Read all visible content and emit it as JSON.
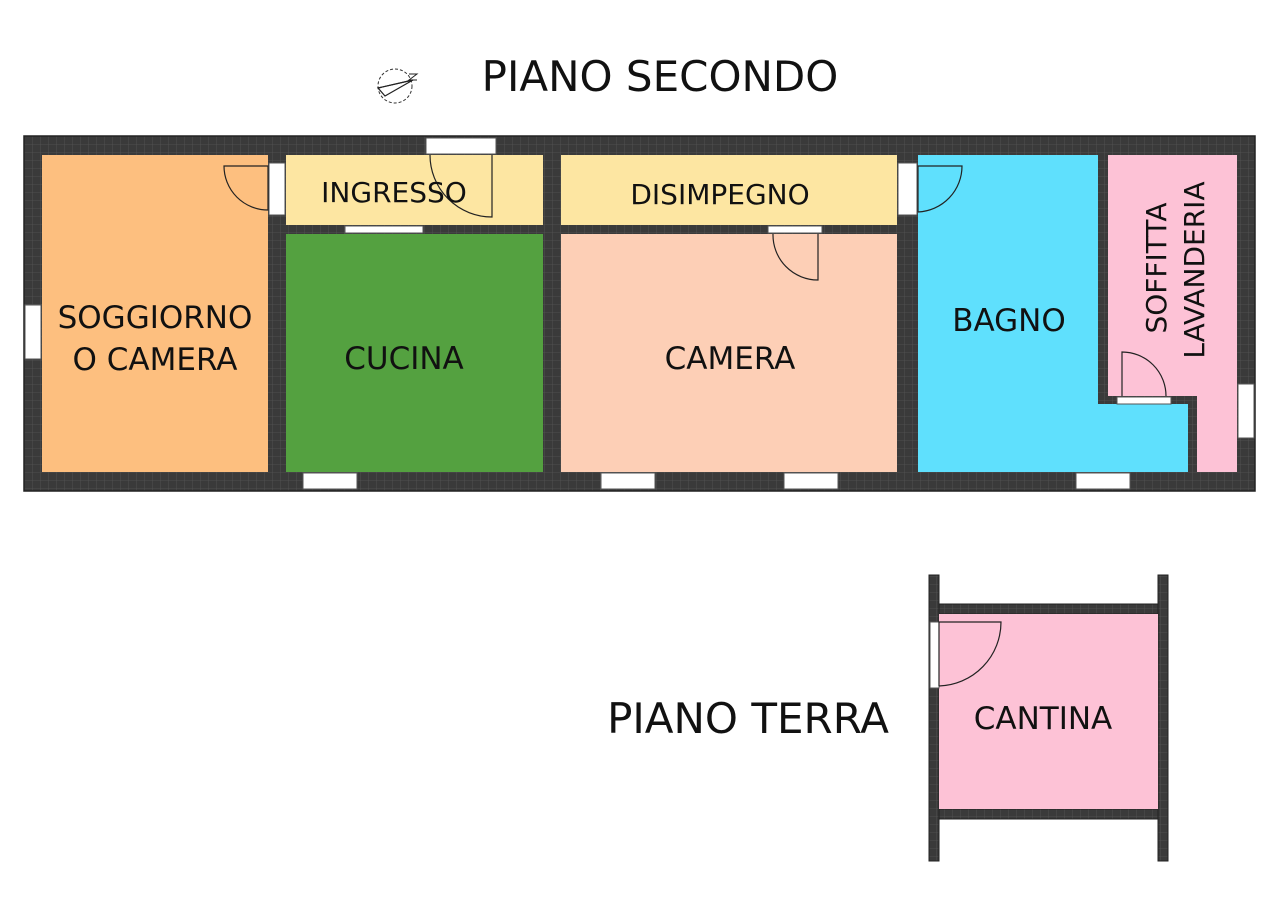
{
  "floors": {
    "upper": {
      "title": "PIANO SECONDO",
      "rooms": {
        "soggiorno": {
          "line1": "SOGGIORNO",
          "line2": "O  CAMERA"
        },
        "ingresso": "INGRESSO",
        "disimpegno": "DISIMPEGNO",
        "cucina": "CUCINA",
        "camera": "CAMERA",
        "bagno": "BAGNO",
        "soffitta": {
          "line1": "SOFFITTA",
          "line2": "LAVANDERIA"
        }
      }
    },
    "ground": {
      "title": "PIANO TERRA",
      "rooms": {
        "cantina": "CANTINA"
      }
    }
  },
  "colors": {
    "wall": "#3a3a3a",
    "soggiorno": "#fdbf7f",
    "ingresso": "#fde6a2",
    "disimpegno": "#fde6a2",
    "cucina": "#54a140",
    "camera": "#fdcfb6",
    "bagno": "#5fe0fd",
    "soffitta": "#fdc2d6",
    "cantina": "#fdc2d6"
  },
  "icons": {
    "north": "north-arrow-icon"
  }
}
